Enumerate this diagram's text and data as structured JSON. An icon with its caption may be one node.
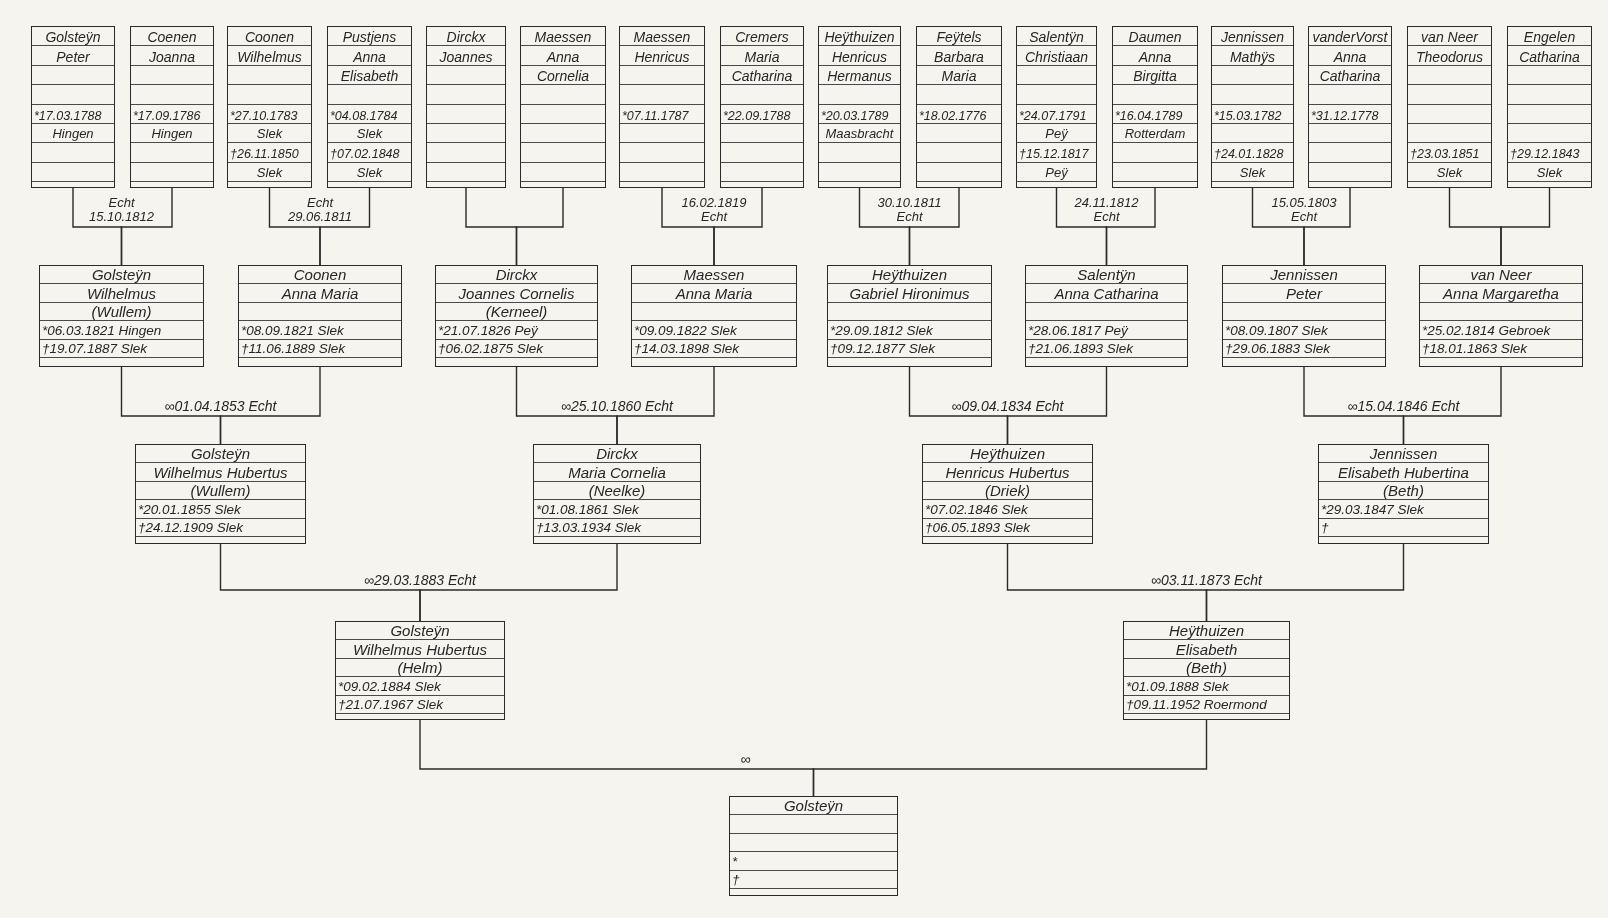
{
  "diagram": {
    "nodes": [
      {
        "text": [
          "Golsteÿn",
          "Peter",
          "*17.03.1788",
          "Hingen"
        ]
      },
      {
        "text": [
          "Coenen",
          "Joanna",
          "*17.09.1786",
          "Hingen"
        ]
      },
      {
        "text": [
          "Coonen",
          "Wilhelmus",
          "*27.10.1783",
          "Slek",
          "†26.11.1850",
          "Slek"
        ]
      },
      {
        "text": [
          "Pustjens",
          "Anna",
          "Elisabeth",
          "*04.08.1784",
          "Slek",
          "†07.02.1848",
          "Slek"
        ]
      },
      {
        "text": [
          "Dirckx",
          "Joannes"
        ]
      },
      {
        "text": [
          "Maessen",
          "Anna",
          "Cornelia"
        ]
      },
      {
        "text": [
          "Maessen",
          "Henricus",
          "*07.11.1787"
        ]
      },
      {
        "text": [
          "Cremers",
          "Maria",
          "Catharina",
          "*22.09.1788"
        ]
      },
      {
        "text": [
          "Heÿthuizen",
          "Henricus",
          "Hermanus",
          "*20.03.1789",
          "Maasbracht"
        ]
      },
      {
        "text": [
          "Feÿtels",
          "Barbara",
          "Maria",
          "*18.02.1776"
        ]
      },
      {
        "text": [
          "Salentÿn",
          "Christiaan",
          "*24.07.1791",
          "Peÿ",
          "†15.12.1817",
          "Peÿ"
        ]
      },
      {
        "text": [
          "Daumen",
          "Anna",
          "Birgitta",
          "*16.04.1789",
          "Rotterdam"
        ]
      },
      {
        "text": [
          "Jennissen",
          "Mathÿs",
          "*15.03.1782",
          "†24.01.1828",
          "Slek"
        ]
      },
      {
        "text": [
          "vanderVorst",
          "Anna",
          "Catharina",
          "*31.12.1778"
        ]
      },
      {
        "text": [
          "van Neer",
          "Theodorus",
          "†23.03.1851",
          "Slek"
        ]
      },
      {
        "text": [
          "Engelen",
          "Catharina",
          "†29.12.1843",
          "Slek"
        ]
      },
      {
        "text": [
          "Golsteÿn",
          "Wilhelmus",
          "(Wullem)",
          "*06.03.1821 Hingen",
          "†19.07.1887 Slek"
        ]
      },
      {
        "text": [
          "Coonen",
          "Anna Maria",
          "*08.09.1821 Slek",
          "†11.06.1889 Slek"
        ]
      },
      {
        "text": [
          "Dirckx",
          "Joannes Cornelis",
          "(Kerneel)",
          "*21.07.1826 Peÿ",
          "†06.02.1875 Slek"
        ]
      },
      {
        "text": [
          "Maessen",
          "Anna Maria",
          "*09.09.1822 Slek",
          "†14.03.1898 Slek"
        ]
      },
      {
        "text": [
          "Heÿthuizen",
          "Gabriel Hironimus",
          "*29.09.1812 Slek",
          "†09.12.1877 Slek"
        ]
      },
      {
        "text": [
          "Salentÿn",
          "Anna Catharina",
          "*28.06.1817 Peÿ",
          "†21.06.1893 Slek"
        ]
      },
      {
        "text": [
          "Jennissen",
          "Peter",
          "*08.09.1807 Slek",
          "†29.06.1883 Slek"
        ]
      },
      {
        "text": [
          "van Neer",
          "Anna Margaretha",
          "*25.02.1814 Gebroek",
          "†18.01.1863 Slek"
        ]
      },
      {
        "text": [
          "Golsteÿn",
          "Wilhelmus Hubertus",
          "(Wullem)",
          "*20.01.1855 Slek",
          "†24.12.1909 Slek"
        ]
      },
      {
        "text": [
          "Dirckx",
          "Maria Cornelia",
          "(Neelke)",
          "*01.08.1861 Slek",
          "†13.03.1934 Slek"
        ]
      },
      {
        "text": [
          "Heÿthuizen",
          "Henricus Hubertus",
          "(Driek)",
          "*07.02.1846 Slek",
          "†06.05.1893 Slek"
        ]
      },
      {
        "text": [
          "Jennissen",
          "Elisabeth Hubertina",
          "(Beth)",
          "*29.03.1847 Slek",
          "†"
        ]
      },
      {
        "text": [
          "Golsteÿn",
          "Wilhelmus Hubertus",
          "(Helm)",
          "*09.02.1884 Slek",
          "†21.07.1967 Slek"
        ]
      },
      {
        "text": [
          "Heÿthuizen",
          "Elisabeth",
          "(Beth)",
          "*01.09.1888 Slek",
          "†09.11.1952 Roermond"
        ]
      },
      {
        "text": [
          "Golsteÿn",
          "*",
          "†"
        ]
      }
    ],
    "edges": [
      {
        "from": 0,
        "to": 16,
        "arrow": "none",
        "label": "Echt 15.10.1812"
      },
      {
        "from": 1,
        "to": 16,
        "arrow": "none"
      },
      {
        "from": 2,
        "to": 17,
        "arrow": "none",
        "label": "Echt 29.06.1811"
      },
      {
        "from": 3,
        "to": 17,
        "arrow": "none"
      },
      {
        "from": 4,
        "to": 18,
        "arrow": "none"
      },
      {
        "from": 5,
        "to": 18,
        "arrow": "none"
      },
      {
        "from": 6,
        "to": 19,
        "arrow": "none",
        "label": "16.02.1819 Echt"
      },
      {
        "from": 7,
        "to": 19,
        "arrow": "none"
      },
      {
        "from": 8,
        "to": 20,
        "arrow": "none",
        "label": "30.10.1811 Echt"
      },
      {
        "from": 9,
        "to": 20,
        "arrow": "none"
      },
      {
        "from": 10,
        "to": 21,
        "arrow": "none",
        "label": "24.11.1812 Echt"
      },
      {
        "from": 11,
        "to": 21,
        "arrow": "none"
      },
      {
        "from": 12,
        "to": 22,
        "arrow": "none",
        "label": "15.05.1803 Echt"
      },
      {
        "from": 13,
        "to": 22,
        "arrow": "none"
      },
      {
        "from": 14,
        "to": 23,
        "arrow": "none"
      },
      {
        "from": 15,
        "to": 23,
        "arrow": "none"
      },
      {
        "from": 16,
        "to": 24,
        "arrow": "none",
        "label": "∞01.04.1853 Echt"
      },
      {
        "from": 17,
        "to": 24,
        "arrow": "none"
      },
      {
        "from": 18,
        "to": 25,
        "arrow": "none",
        "label": "∞25.10.1860 Echt"
      },
      {
        "from": 19,
        "to": 25,
        "arrow": "none"
      },
      {
        "from": 20,
        "to": 26,
        "arrow": "none",
        "label": "∞09.04.1834 Echt"
      },
      {
        "from": 21,
        "to": 26,
        "arrow": "none"
      },
      {
        "from": 22,
        "to": 27,
        "arrow": "none",
        "label": "∞15.04.1846 Echt"
      },
      {
        "from": 23,
        "to": 27,
        "arrow": "none"
      },
      {
        "from": 24,
        "to": 28,
        "arrow": "none",
        "label": "∞29.03.1883 Echt"
      },
      {
        "from": 25,
        "to": 28,
        "arrow": "none"
      },
      {
        "from": 26,
        "to": 29,
        "arrow": "none",
        "label": "∞03.11.1873 Echt"
      },
      {
        "from": 27,
        "to": 29,
        "arrow": "none"
      },
      {
        "from": 28,
        "to": 30,
        "arrow": "none",
        "label": "∞"
      },
      {
        "from": 29,
        "to": 30,
        "arrow": "none"
      }
    ]
  }
}
